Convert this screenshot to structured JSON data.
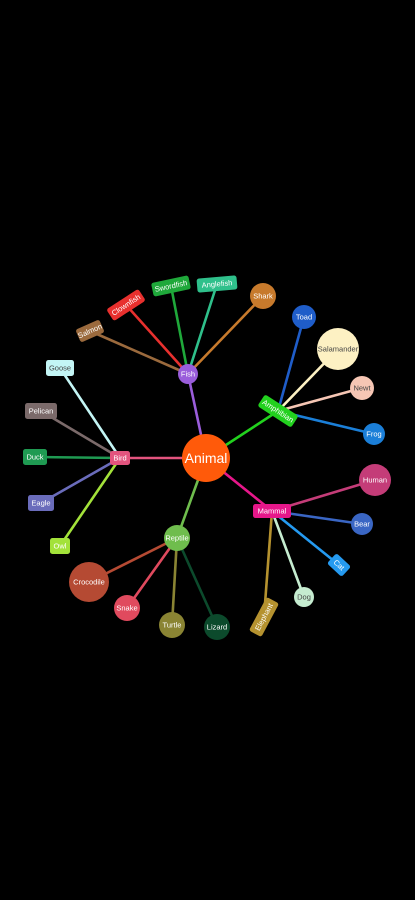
{
  "diagram": {
    "type": "mind-map",
    "background": "#000000",
    "root": {
      "label": "Animal",
      "color": "#ff5a0a",
      "text_color": "#ffffff"
    },
    "branches": [
      {
        "label": "Fish",
        "color": "#9a5ddb",
        "edge_color": "#9a5ddb",
        "text_color": "#ffffff",
        "children": [
          {
            "label": "Salmon",
            "color": "#9b6a3d",
            "edge_color": "#9b6a3d",
            "text_color": "#ffffff"
          },
          {
            "label": "Clownfish",
            "color": "#e8302e",
            "edge_color": "#e8302e",
            "text_color": "#ffffff"
          },
          {
            "label": "Swordfish",
            "color": "#1fa83a",
            "edge_color": "#1fa83a",
            "text_color": "#ffffff"
          },
          {
            "label": "Anglefish",
            "color": "#2fc08b",
            "edge_color": "#2fc08b",
            "text_color": "#ffffff"
          },
          {
            "label": "Shark",
            "color": "#c77a2c",
            "edge_color": "#c77a2c",
            "text_color": "#ffffff"
          }
        ]
      },
      {
        "label": "Amphibian",
        "color": "#22d11e",
        "edge_color": "#22d11e",
        "text_color": "#ffffff",
        "children": [
          {
            "label": "Toad",
            "color": "#1f5dc9",
            "edge_color": "#1f5dc9",
            "text_color": "#ffffff"
          },
          {
            "label": "Salamander",
            "color": "#fdf1c3",
            "edge_color": "#fdf1c3",
            "text_color": "#444444"
          },
          {
            "label": "Newt",
            "color": "#f6c6b4",
            "edge_color": "#f6c6b4",
            "text_color": "#444444"
          },
          {
            "label": "Frog",
            "color": "#1b7fd8",
            "edge_color": "#1b7fd8",
            "text_color": "#ffffff"
          }
        ]
      },
      {
        "label": "Mammal",
        "color": "#e6178a",
        "edge_color": "#e6178a",
        "text_color": "#ffffff",
        "children": [
          {
            "label": "Human",
            "color": "#c43c78",
            "edge_color": "#c43c78",
            "text_color": "#ffffff"
          },
          {
            "label": "Bear",
            "color": "#3a66c4",
            "edge_color": "#3a66c4",
            "text_color": "#ffffff"
          },
          {
            "label": "Cat",
            "color": "#259af0",
            "edge_color": "#259af0",
            "text_color": "#ffffff"
          },
          {
            "label": "Dog",
            "color": "#c5ecd0",
            "edge_color": "#c5ecd0",
            "text_color": "#444444"
          },
          {
            "label": "Elephant",
            "color": "#b5922f",
            "edge_color": "#b5922f",
            "text_color": "#ffffff"
          }
        ]
      },
      {
        "label": "Reptile",
        "color": "#6fbd4d",
        "edge_color": "#6fbd4d",
        "text_color": "#ffffff",
        "children": [
          {
            "label": "Lizard",
            "color": "#0c4a2c",
            "edge_color": "#0c4a2c",
            "text_color": "#ffffff"
          },
          {
            "label": "Turtle",
            "color": "#8a8433",
            "edge_color": "#8a8433",
            "text_color": "#ffffff"
          },
          {
            "label": "Snake",
            "color": "#e04a5e",
            "edge_color": "#e04a5e",
            "text_color": "#ffffff"
          },
          {
            "label": "Crocodile",
            "color": "#b54a33",
            "edge_color": "#b54a33",
            "text_color": "#ffffff"
          }
        ]
      },
      {
        "label": "Bird",
        "color": "#e3547e",
        "edge_color": "#e3547e",
        "text_color": "#ffffff",
        "children": [
          {
            "label": "Owl",
            "color": "#a3e23a",
            "edge_color": "#a3e23a",
            "text_color": "#ffffff"
          },
          {
            "label": "Eagle",
            "color": "#6a6cbb",
            "edge_color": "#6a6cbb",
            "text_color": "#ffffff"
          },
          {
            "label": "Duck",
            "color": "#1f9a52",
            "edge_color": "#1f9a52",
            "text_color": "#ffffff"
          },
          {
            "label": "Pelican",
            "color": "#7b6a6a",
            "edge_color": "#7b6a6a",
            "text_color": "#ffffff"
          },
          {
            "label": "Goose",
            "color": "#c3f5f5",
            "edge_color": "#c3f5f5",
            "text_color": "#444444"
          }
        ]
      }
    ]
  }
}
